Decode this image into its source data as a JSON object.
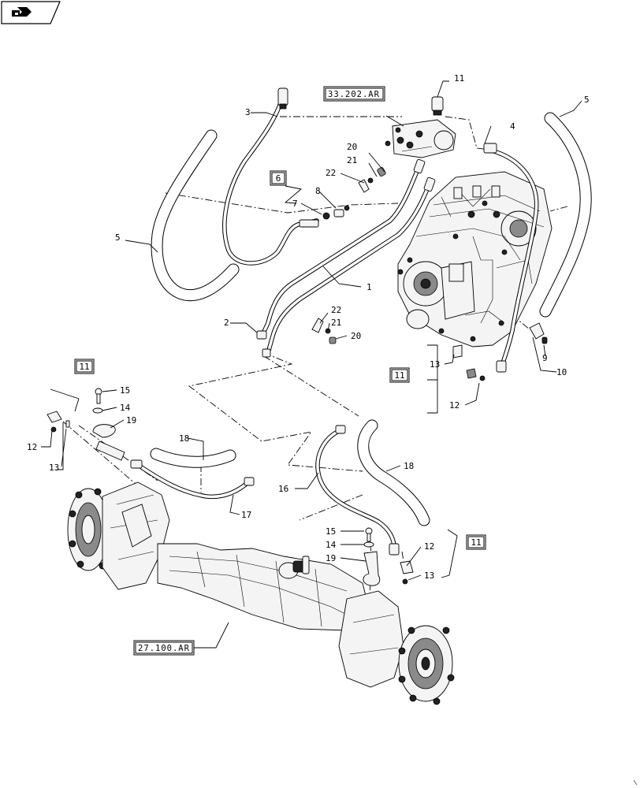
{
  "nav_icon": "arrow-right-icon",
  "callouts": {
    "c1": "1",
    "c2": "2",
    "c3": "3",
    "c4": "4",
    "c5a": "5",
    "c5b": "5",
    "c6": "6",
    "c7": "7",
    "c8": "8",
    "c9": "9",
    "c10": "10",
    "c11a": "11",
    "c11b": "11",
    "c11c": "11",
    "c11d": "11",
    "c12a": "12",
    "c12b": "12",
    "c12c": "12",
    "c13a": "13",
    "c13b": "13",
    "c13c": "13",
    "c14a": "14",
    "c14b": "14",
    "c15a": "15",
    "c15b": "15",
    "c16": "16",
    "c17": "17",
    "c18a": "18",
    "c18b": "18",
    "c19a": "19",
    "c19b": "19",
    "c20a": "20",
    "c20b": "20",
    "c21a": "21",
    "c21b": "21",
    "c22a": "22",
    "c22b": "22"
  },
  "references": {
    "ref_top": "33.202.AR",
    "ref_bottom": "27.100.AR"
  }
}
